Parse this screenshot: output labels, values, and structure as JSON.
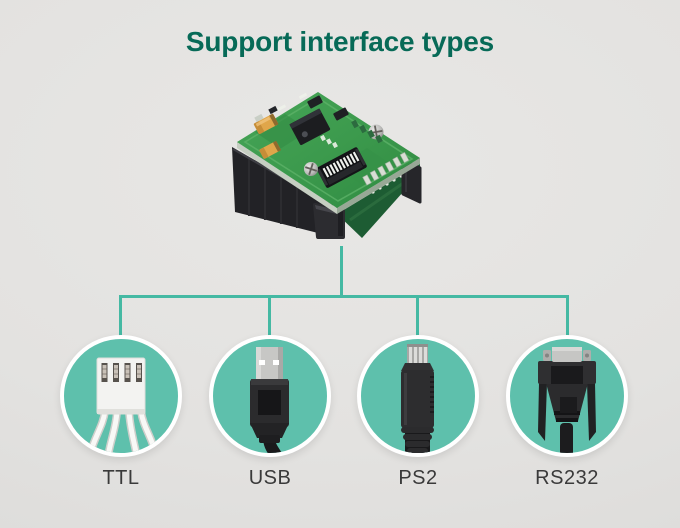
{
  "title": "Support interface types",
  "diagram": {
    "root": {
      "name": "scanner-module",
      "image_alt": "Green PCB barcode scanner engine module"
    },
    "interfaces": [
      {
        "id": "ttl",
        "label": "TTL",
        "icon": "ttl-pin-connector-icon"
      },
      {
        "id": "usb",
        "label": "USB",
        "icon": "usb-a-connector-icon"
      },
      {
        "id": "ps2",
        "label": "PS2",
        "icon": "ps2-mini-din-connector-icon"
      },
      {
        "id": "rs232",
        "label": "RS232",
        "icon": "rs232-db9-connector-icon"
      }
    ]
  },
  "theme": {
    "title-color": "#076a57",
    "line-teal": "#45b9a3",
    "circle-teal": "#5ec0ac",
    "label-color": "#3a3a3a",
    "background": "#e3e2e0"
  }
}
